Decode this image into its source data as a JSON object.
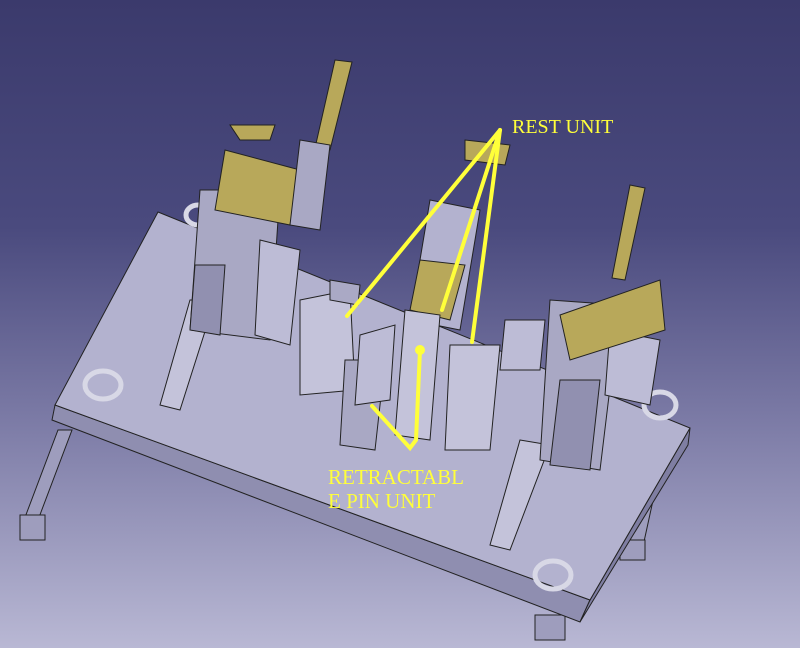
{
  "annotations": {
    "rest_unit": "REST UNIT",
    "retractable_line1": "RETRACTABL",
    "retractable_line2": "E PIN UNIT"
  },
  "colors": {
    "annotation": "#ffff3a",
    "plate": "#b3b2cf",
    "clamp_gold": "#b8a85a",
    "background_top": "#3b3a6c",
    "background_bottom": "#b9b8d4"
  }
}
